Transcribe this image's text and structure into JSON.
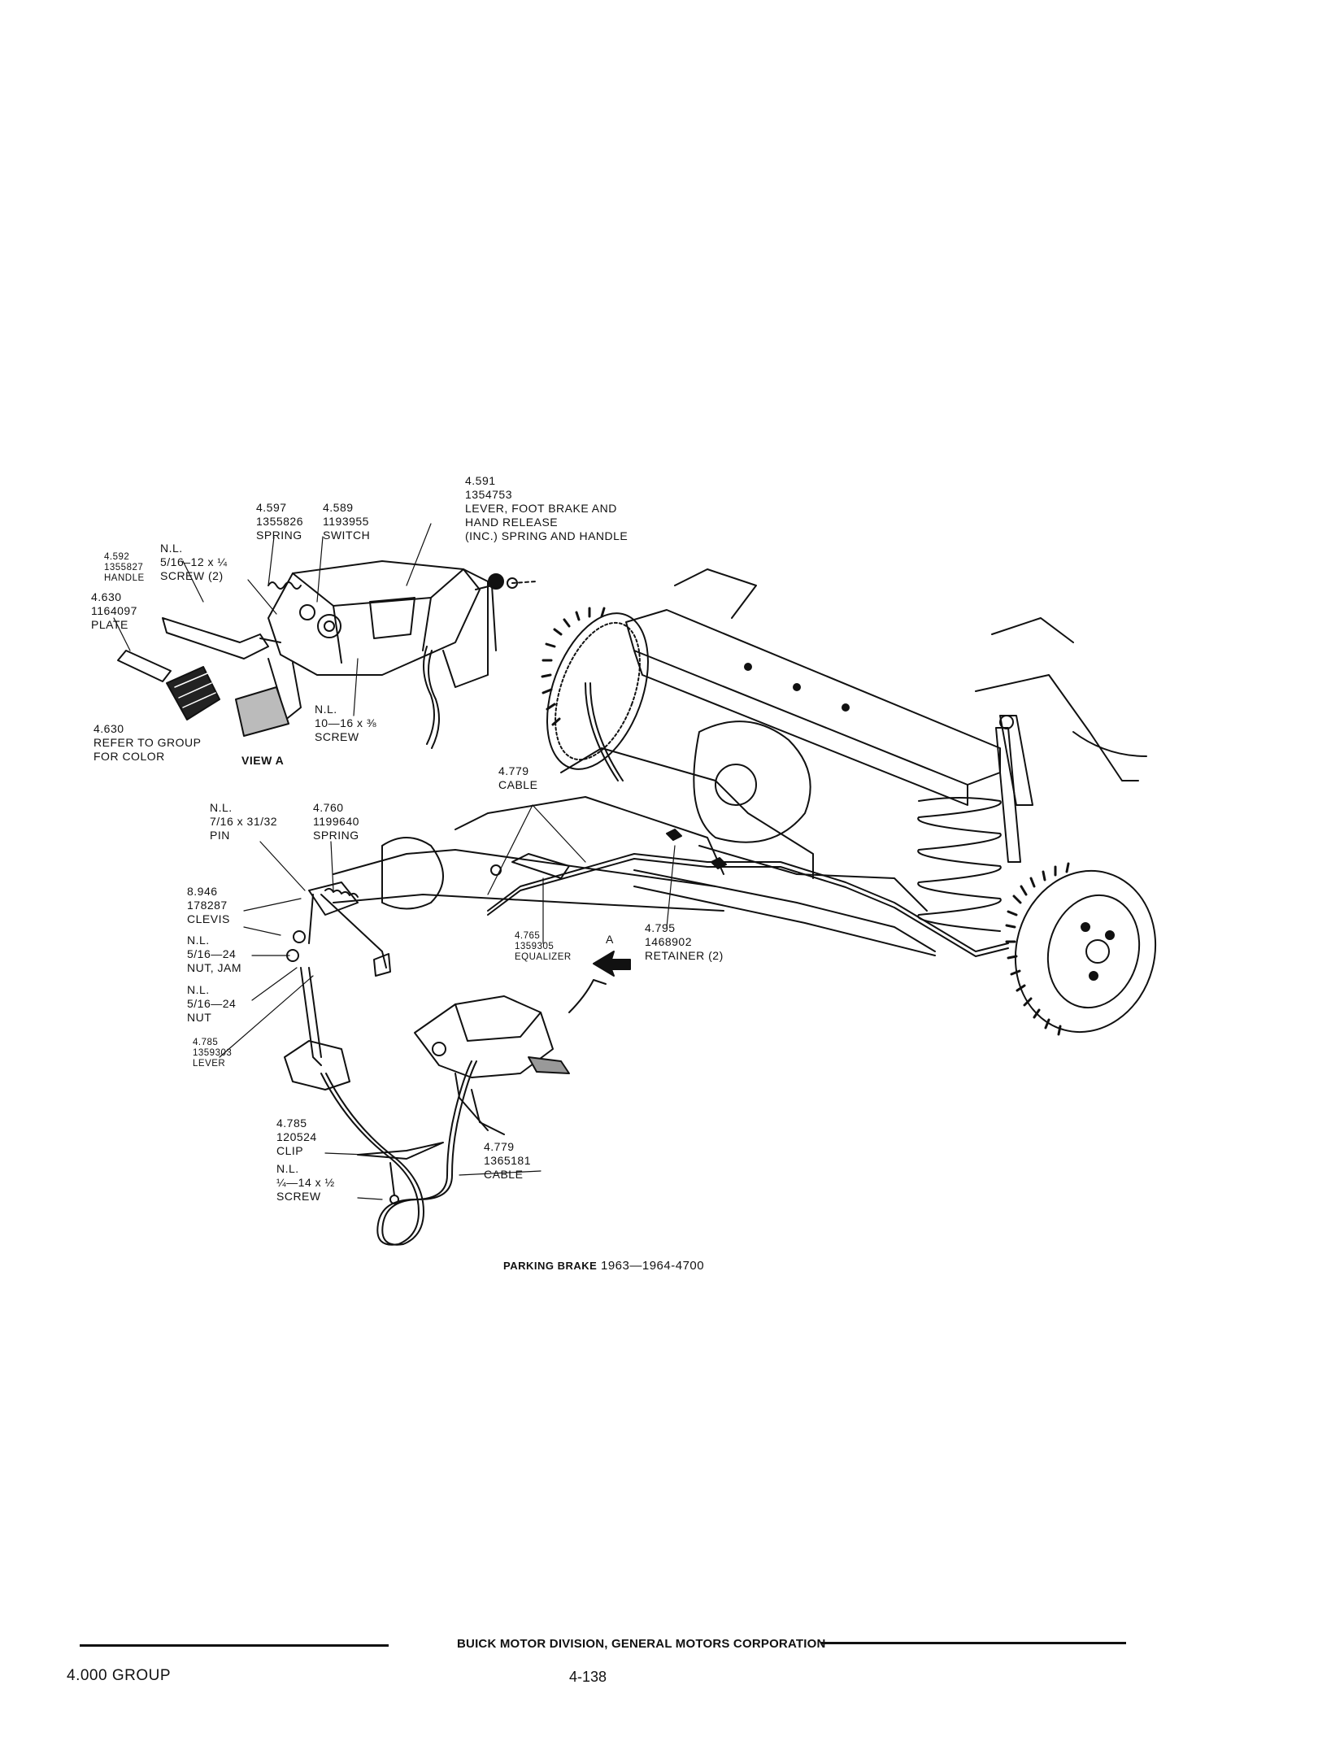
{
  "view_a_label": "VIEW A",
  "callouts": {
    "c4591": "4.591\n1354753\nLEVER, FOOT BRAKE AND\nHAND RELEASE\n(INC.) SPRING AND HANDLE",
    "c4597": "4.597\n1355826\nSPRING",
    "c4589": "4.589\n1193955\nSWITCH",
    "c4592": "4.592\n1355827\nHANDLE",
    "cnl_screw2": "N.L.\n5/16–12 x ¼\nSCREW (2)",
    "c4630_plate": "4.630\n1164097\nPLATE",
    "cnl_10_16": "N.L.\n10—16 x ⅜\nSCREW",
    "c4630_color": "4.630\nREFER TO GROUP\nFOR COLOR",
    "c4779_top": "4.779\nCABLE",
    "cnl_pin": "N.L.\n7/16 x 31/32\nPIN",
    "c4760": "4.760\n1199640\nSPRING",
    "c8946": "8.946\n178287\nCLEVIS",
    "cnl_jam": "N.L.\n5/16—24\nNUT, JAM",
    "cnl_nut": "N.L.\n5/16—24\nNUT",
    "c4785_lever": "4.785\n1359303\nLEVER",
    "c4765": "4.765\n1359305\nEQUALIZER",
    "arrow_a": "A",
    "c4795": "4.795\n1468902\nRETAINER (2)",
    "c4785_clip": "4.785\n120524\nCLIP",
    "cnl_14_14": "N.L.\n¼—14 x ½\nSCREW",
    "c4779_bottom": "4.779\n1365181\nCABLE"
  },
  "caption": {
    "bold_part": "PARKING BRAKE",
    "rest": " 1963—1964-4700"
  },
  "footer": {
    "corporation": "BUICK MOTOR DIVISION, GENERAL MOTORS CORPORATION",
    "group": "4.000 GROUP",
    "page_number": "4-138"
  }
}
